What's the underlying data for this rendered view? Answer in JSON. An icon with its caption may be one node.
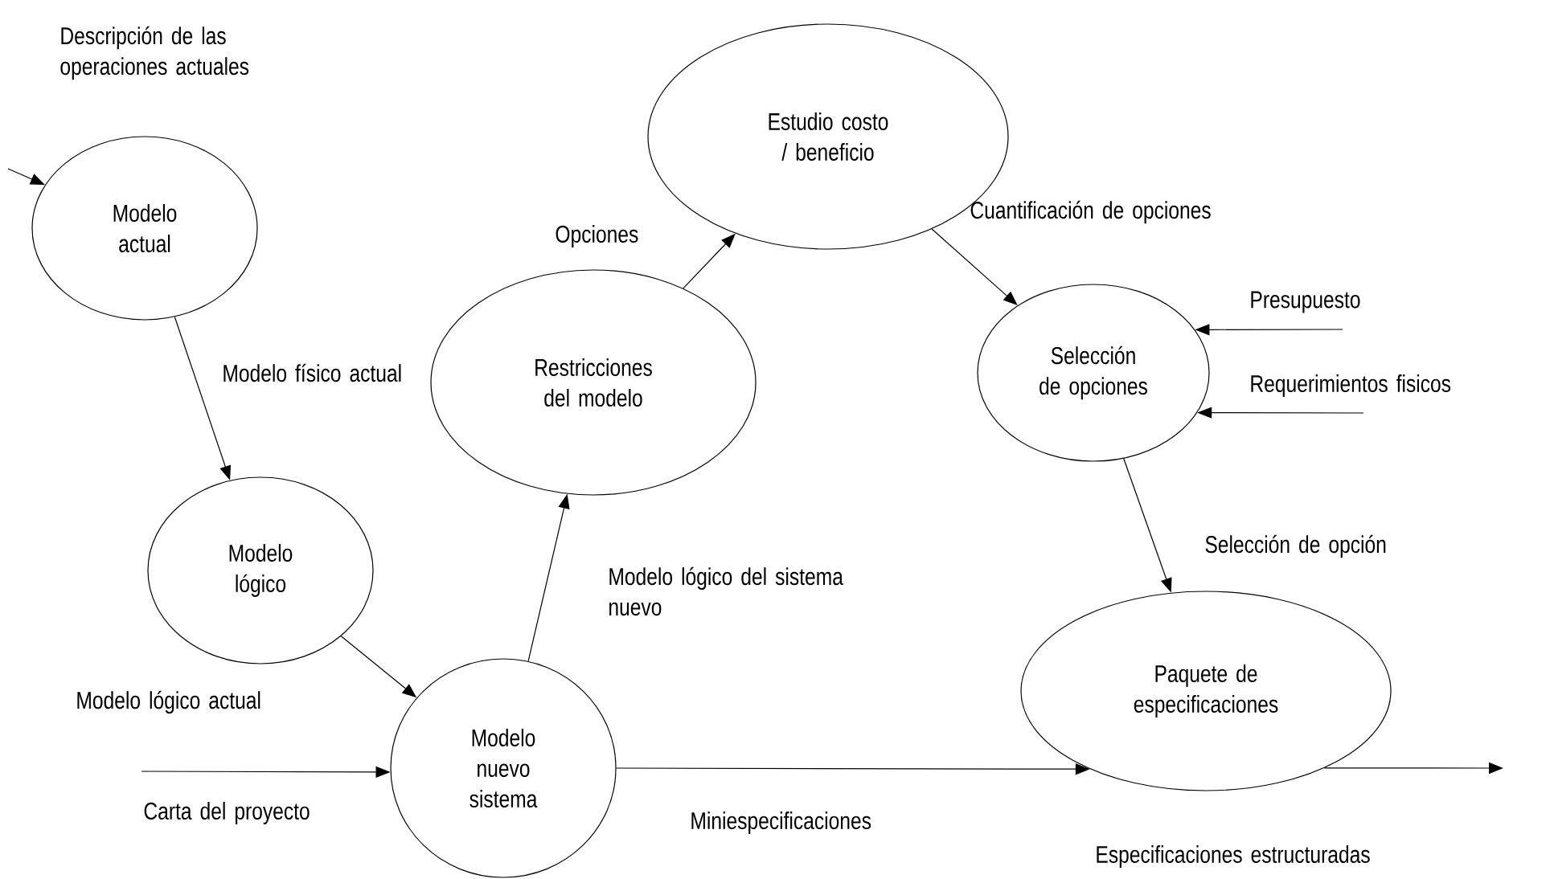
{
  "diagram": {
    "nodes": [
      {
        "text": [
          "Modelo actual"
        ]
      },
      {
        "text": [
          "Modelo lógico"
        ]
      },
      {
        "text": [
          "Modelo nuevo sistema"
        ]
      },
      {
        "text": [
          "Restricciones del modelo"
        ]
      },
      {
        "text": [
          "Estudio costo / beneficio"
        ]
      },
      {
        "text": [
          "Selección de opciones"
        ]
      },
      {
        "text": [
          "Paquete de especificaciones"
        ]
      }
    ],
    "edges": [
      {
        "from": null,
        "to": 0,
        "arrow": "to",
        "label": "Descripción de las operaciones actuales"
      },
      {
        "from": 0,
        "to": 1,
        "arrow": "to",
        "label": "Modelo físico actual"
      },
      {
        "from": 1,
        "to": 2,
        "arrow": "to",
        "label": "Modelo lógico actual"
      },
      {
        "from": null,
        "to": 2,
        "arrow": "to",
        "label": "Carta del proyecto"
      },
      {
        "from": 2,
        "to": 3,
        "arrow": "to",
        "label": "Modelo lógico del sistema nuevo"
      },
      {
        "from": 3,
        "to": 4,
        "arrow": "to",
        "label": "Opciones"
      },
      {
        "from": 4,
        "to": 5,
        "arrow": "to",
        "label": "Cuantificación de opciones"
      },
      {
        "from": null,
        "to": 5,
        "arrow": "to",
        "label": "Presupuesto"
      },
      {
        "from": null,
        "to": 5,
        "arrow": "to",
        "label": "Requerimientos fisicos"
      },
      {
        "from": 5,
        "to": 6,
        "arrow": "to",
        "label": "Selección de opción"
      },
      {
        "from": 2,
        "to": 6,
        "arrow": "to",
        "label": "Miniespecificaciones"
      },
      {
        "from": 6,
        "to": null,
        "arrow": "to",
        "label": "Especificaciones estructuradas"
      }
    ]
  }
}
